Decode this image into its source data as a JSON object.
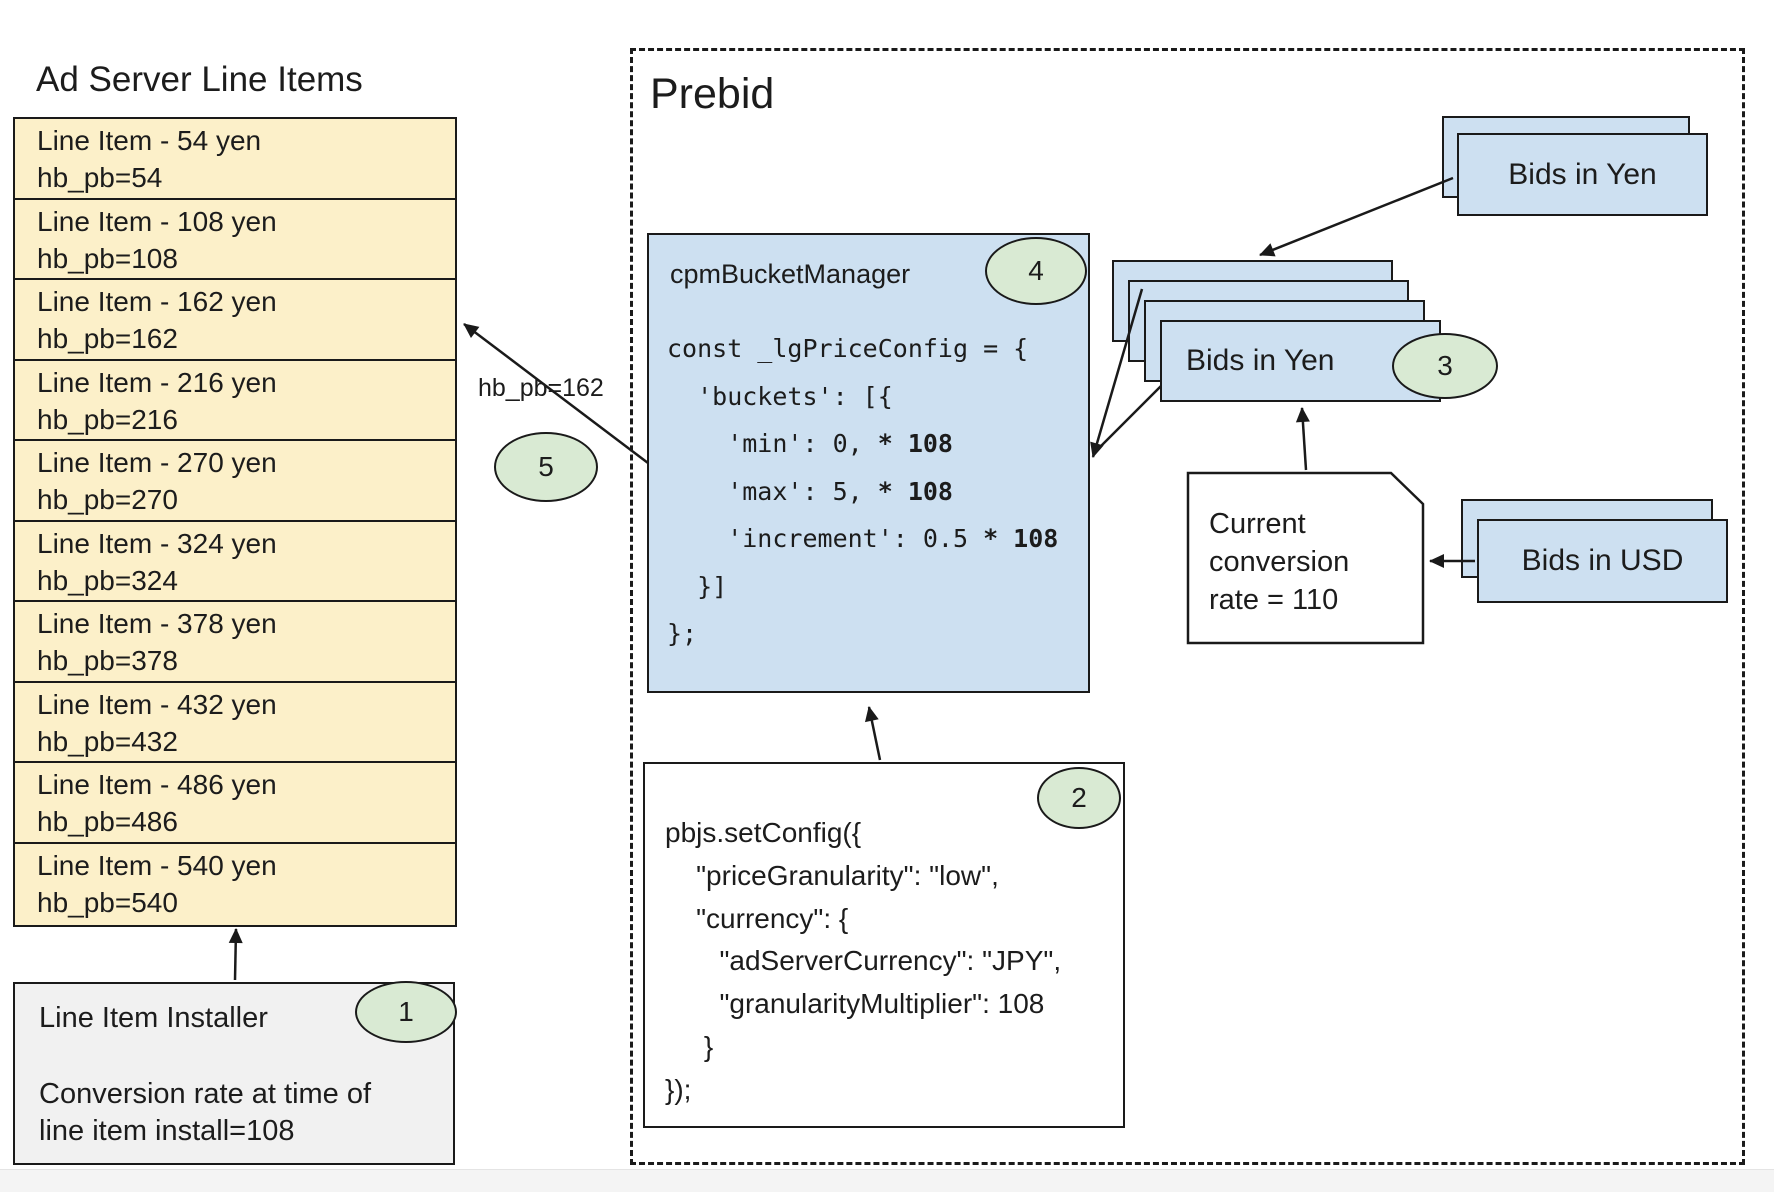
{
  "ad_server": {
    "title": "Ad Server Line Items",
    "line_items": [
      {
        "label": "Line Item - 54 yen",
        "kv": "hb_pb=54"
      },
      {
        "label": "Line Item - 108 yen",
        "kv": "hb_pb=108"
      },
      {
        "label": "Line Item - 162 yen",
        "kv": "hb_pb=162"
      },
      {
        "label": "Line Item - 216 yen",
        "kv": "hb_pb=216"
      },
      {
        "label": "Line Item - 270 yen",
        "kv": "hb_pb=270"
      },
      {
        "label": "Line Item - 324 yen",
        "kv": "hb_pb=324"
      },
      {
        "label": "Line Item - 378 yen",
        "kv": "hb_pb=378"
      },
      {
        "label": "Line Item - 432 yen",
        "kv": "hb_pb=432"
      },
      {
        "label": "Line Item - 486 yen",
        "kv": "hb_pb=486"
      },
      {
        "label": "Line Item - 540 yen",
        "kv": "hb_pb=540"
      }
    ],
    "installer": {
      "title": "Line Item Installer",
      "badge": "1",
      "body_line1": "Conversion rate at time of",
      "body_line2": "line item install=108"
    }
  },
  "prebid": {
    "title": "Prebid",
    "bucket_manager": {
      "label": "cpmBucketManager",
      "badge": "4",
      "code": [
        {
          "pre": "const _lgPriceConfig = {",
          "bold": ""
        },
        {
          "pre": "  'buckets': [{",
          "bold": ""
        },
        {
          "pre": "    'min': 0, ",
          "bold": "* 108"
        },
        {
          "pre": "    'max': 5, ",
          "bold": "* 108"
        },
        {
          "pre": "    'increment': 0.5 ",
          "bold": "* 108"
        },
        {
          "pre": "  }]",
          "bold": ""
        },
        {
          "pre": "};",
          "bold": ""
        }
      ]
    },
    "set_config": {
      "badge": "2",
      "code": [
        "pbjs.setConfig({",
        "    \"priceGranularity\": \"low\",",
        "    \"currency\": {",
        "       \"adServerCurrency\": \"JPY\",",
        "       \"granularityMultiplier\": 108",
        "     }",
        "});"
      ]
    },
    "bids_in_yen_top": {
      "label": "Bids in Yen"
    },
    "bids_in_yen_stack": {
      "label": "Bids in Yen",
      "badge": "3"
    },
    "conversion_note": {
      "line1": "Current",
      "line2": "conversion",
      "line3": "rate = 110"
    },
    "bids_in_usd": {
      "label": "Bids in USD"
    },
    "arrow_label": "hb_pb=162",
    "arrow_badge": "5"
  },
  "colors": {
    "card_blue": "#cde0f1",
    "line_item_yellow": "#fcf0c9",
    "badge_green": "#d9ead3",
    "installer_gray": "#f1f1f1",
    "stroke": "#1a1a1a"
  }
}
